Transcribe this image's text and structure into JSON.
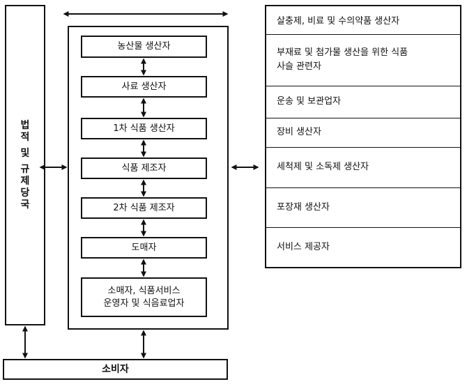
{
  "regulator": {
    "label": "법적 및 규제당국",
    "chars": [
      "법",
      "적",
      "",
      "및",
      "",
      "규",
      "제",
      "당",
      "국"
    ]
  },
  "chain": [
    {
      "label": "농산물 생산자"
    },
    {
      "label": "사료 생산자"
    },
    {
      "label": "1차 식품 생산자"
    },
    {
      "label": "식품 제조자"
    },
    {
      "label": "2차 식품 제조자"
    },
    {
      "label": "도매자"
    },
    {
      "label_line1": "소매자, 식품서비스",
      "label_line2": "운영자 및 식음료업자"
    }
  ],
  "related": [
    {
      "label": "살충제, 비료 및 수의약품 생산자"
    },
    {
      "label_line1": "부재료 및 첨가물 생산을 위한 식품",
      "label_line2": "사슬 관련자"
    },
    {
      "label": "운송 및 보관업자"
    },
    {
      "label": "장비 생산자"
    },
    {
      "label": "세척제 및 소독제 생산자"
    },
    {
      "label": "포장재 생산자"
    },
    {
      "label": "서비스 제공자"
    }
  ],
  "consumer": {
    "label": "소비자"
  }
}
